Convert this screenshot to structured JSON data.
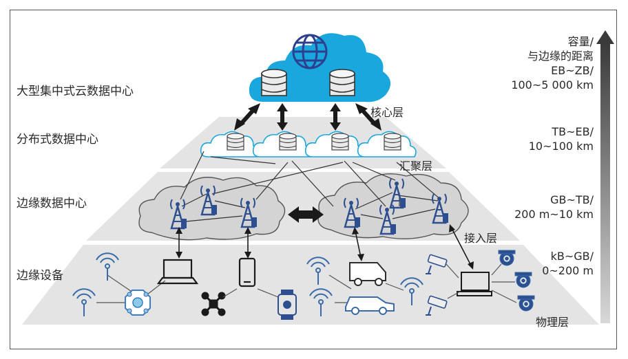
{
  "left_labels": {
    "cloud": "大型集中式云数据中心",
    "distributed": "分布式数据中心",
    "edge_dc": "边缘数据中心",
    "edge_devices": "边缘设备"
  },
  "tier_labels": {
    "core": "核心层",
    "aggregation": "汇聚层",
    "access": "接入层",
    "physical": "物理层"
  },
  "capacity_labels": {
    "header_1": "容量/",
    "header_2": "与边缘的距离",
    "cloud_1": "EB~ZB/",
    "cloud_2": "100~5 000 km",
    "distributed_1": "TB~EB/",
    "distributed_2": "10~100 km",
    "edge_dc_1": "GB~TB/",
    "edge_dc_2": "200 m~10 km",
    "devices_1": "kB~GB/",
    "devices_2": "0~200 m"
  },
  "colors": {
    "pyramid": "#e3e3e3",
    "cloud_blue": "#1aa7de",
    "globe_blue": "#2d3f8f",
    "device_blue": "#3a5a9a",
    "arrow_dark": "#1a1a1a"
  }
}
